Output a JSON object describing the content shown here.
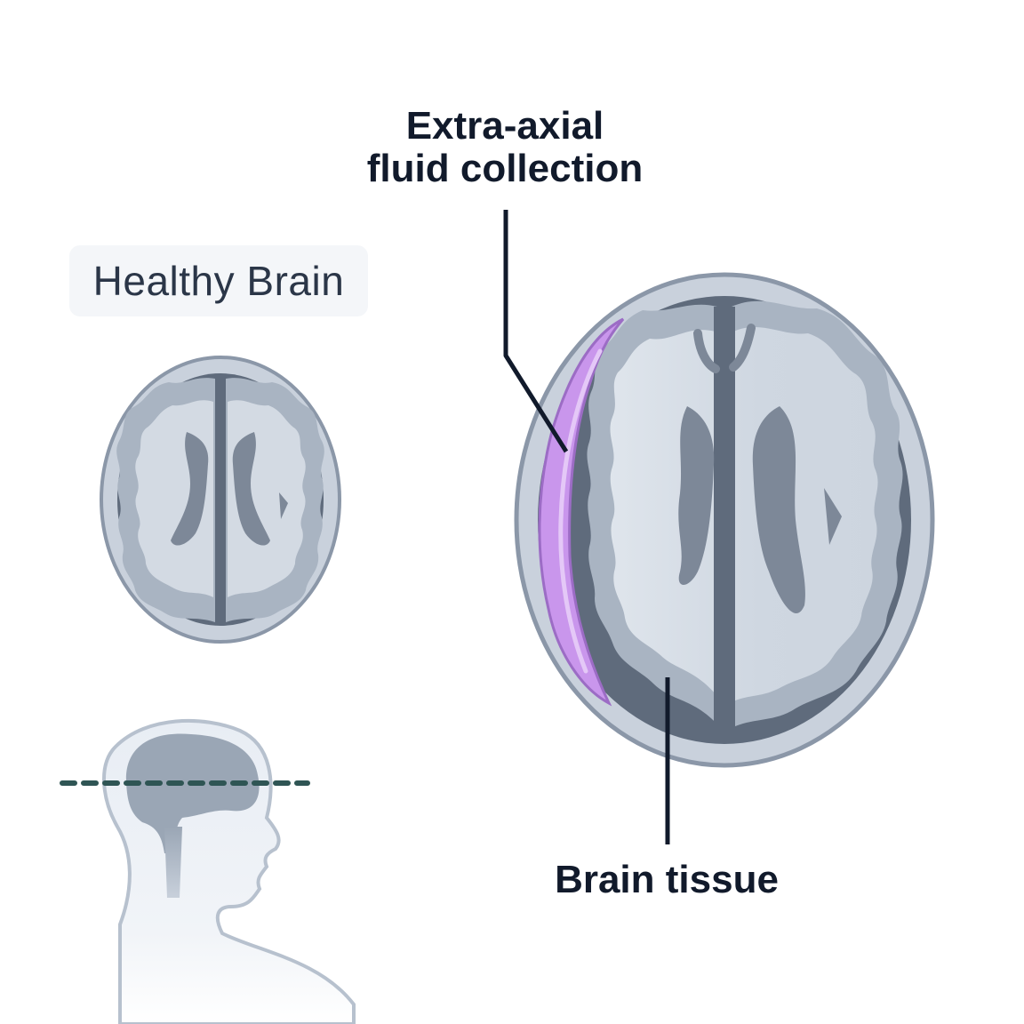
{
  "labels": {
    "healthy_brain": "Healthy Brain",
    "extra_axial_line1": "Extra-axial",
    "extra_axial_line2": "fluid collection",
    "brain_tissue": "Brain tissue"
  },
  "colors": {
    "skull": "#c9d1dc",
    "skull_outline": "#8b97a8",
    "dura": "#5f6b7c",
    "gray_matter": "#a9b4c2",
    "white_matter": "#d3dae3",
    "ventricle": "#7d8898",
    "fluid": "#c996ec",
    "fluid_outline": "#9c6cc5",
    "head_silhouette": "#e6ebf2",
    "head_brain": "#9aa6b5",
    "scan_line": "#2f5554",
    "leader_line": "#111a2b"
  }
}
